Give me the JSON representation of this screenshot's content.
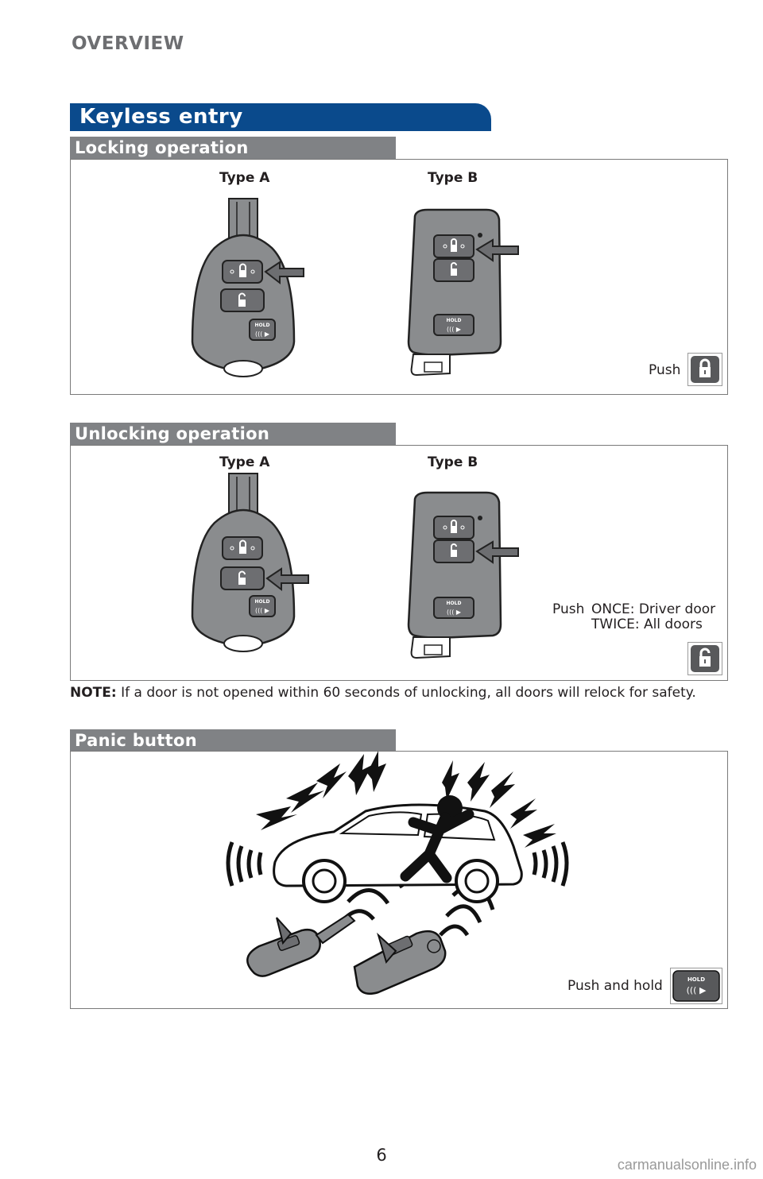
{
  "header": {
    "section": "OVERVIEW"
  },
  "banner": {
    "title": "Keyless entry"
  },
  "locking": {
    "title": "Locking operation",
    "type_a": "Type A",
    "type_b": "Type B",
    "caption": "Push"
  },
  "unlocking": {
    "title": "Unlocking operation",
    "type_a": "Type A",
    "type_b": "Type B",
    "caption_push": "Push",
    "caption_once": "ONCE: Driver door",
    "caption_twice": "TWICE: All doors"
  },
  "note": {
    "label": "NOTE:",
    "text": " If a door is not opened within 60 seconds of unlocking, all doors will relock for safety."
  },
  "panic": {
    "title": "Panic button",
    "caption": "Push and hold",
    "hold_text": "HOLD"
  },
  "footer": {
    "page_number": "6",
    "watermark": "carmanualsonline.info"
  },
  "icons": {
    "lock": "padlock-closed-icon",
    "unlock": "padlock-open-icon",
    "panic": "panic-hold-icon"
  },
  "colors": {
    "banner": "#0a4a8c",
    "section_header": "#808285",
    "fob": "#8a8c8e"
  }
}
